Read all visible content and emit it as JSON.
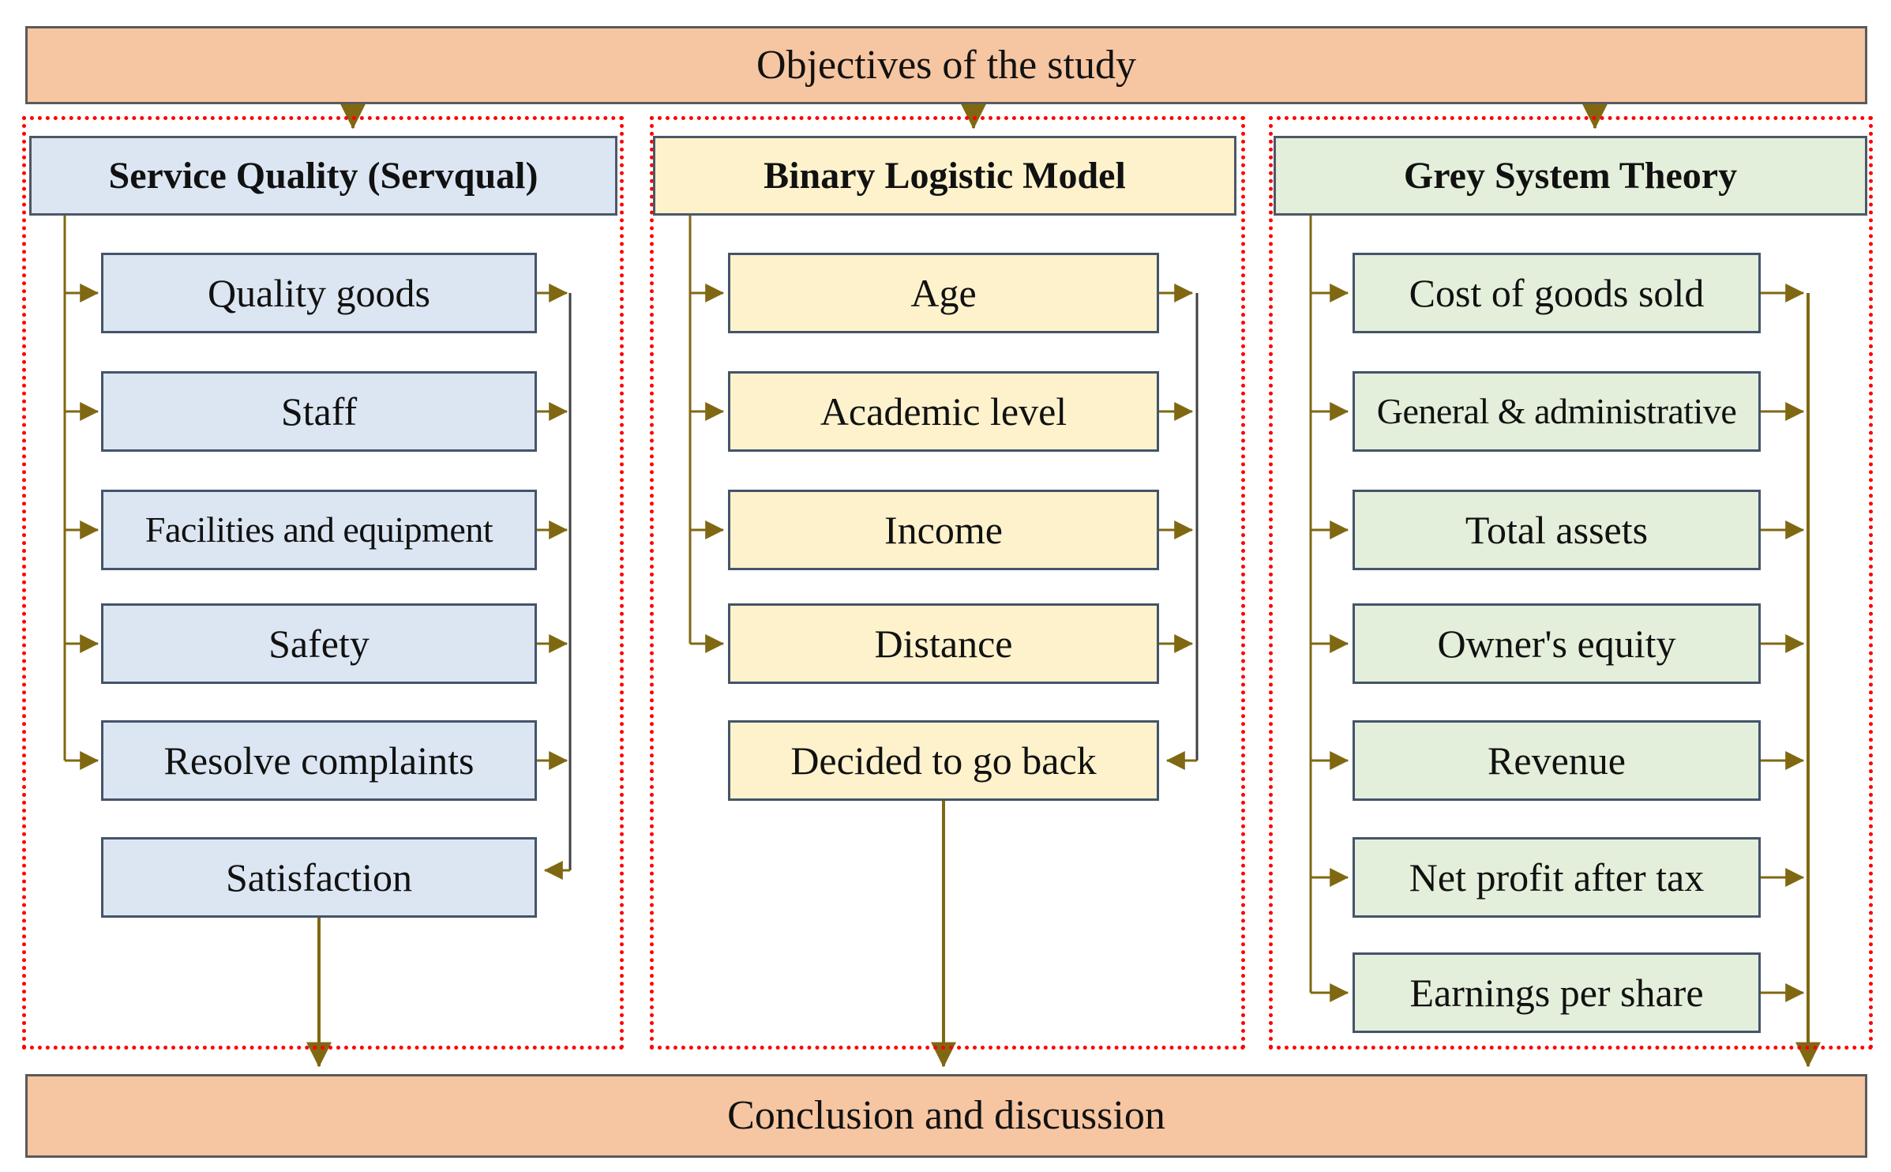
{
  "diagram": {
    "top_bar": "Objectives of the study",
    "bottom_bar": "Conclusion and discussion",
    "columns": [
      {
        "title": "Service Quality (Servqual)",
        "items": [
          "Quality goods",
          "Staff",
          "Facilities and equipment",
          "Safety",
          "Resolve complaints",
          "Satisfaction"
        ]
      },
      {
        "title": "Binary Logistic Model",
        "items": [
          "Age",
          "Academic level",
          "Income",
          "Distance",
          "Decided to go back"
        ]
      },
      {
        "title": "Grey System Theory",
        "items": [
          "Cost of goods sold",
          "General & administrative",
          "Total assets",
          "Owner's equity",
          "Revenue",
          "Net profit after tax",
          "Earnings per share"
        ]
      }
    ],
    "colors": {
      "bar_fill": "#F6C5A1",
      "servqual_fill": "#DCE6F2",
      "logistic_fill": "#FDF2CC",
      "grey_theory_fill": "#E3EFDA",
      "arrow": "#806812",
      "connector_gray": "#3F3F3F",
      "dotted_frame": "#FF0000",
      "box_border": "#44546A"
    }
  }
}
